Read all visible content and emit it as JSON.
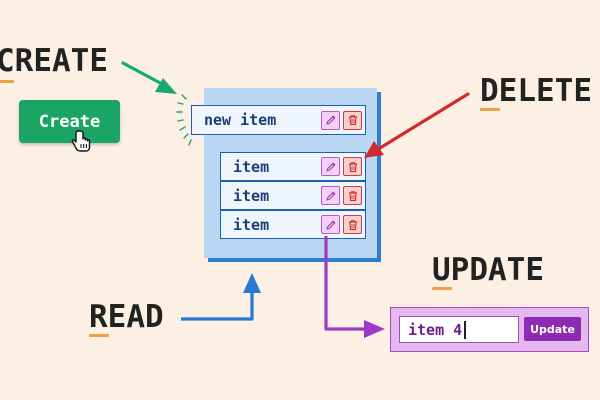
{
  "labels": {
    "create": "CREATE",
    "delete": "DELETE",
    "update": "UPDATE",
    "read": "READ"
  },
  "create_button": {
    "label": "Create"
  },
  "new_row": {
    "text": "new item"
  },
  "list_items": [
    "item",
    "item",
    "item"
  ],
  "update_form": {
    "input_value": "item 4",
    "button_label": "Update"
  },
  "colors": {
    "background": "#fcefe4",
    "create_arrow": "#19a774",
    "delete_arrow": "#d12a2a",
    "read_arrow": "#2a78d4",
    "update_arrow": "#9b3bc7",
    "underline": "#f0a040",
    "create_button": "#1aa564",
    "update_button": "#8e2bb3"
  },
  "icons": {
    "edit": "pencil-icon",
    "delete": "trash-icon",
    "cursor": "hand-pointer-icon"
  }
}
